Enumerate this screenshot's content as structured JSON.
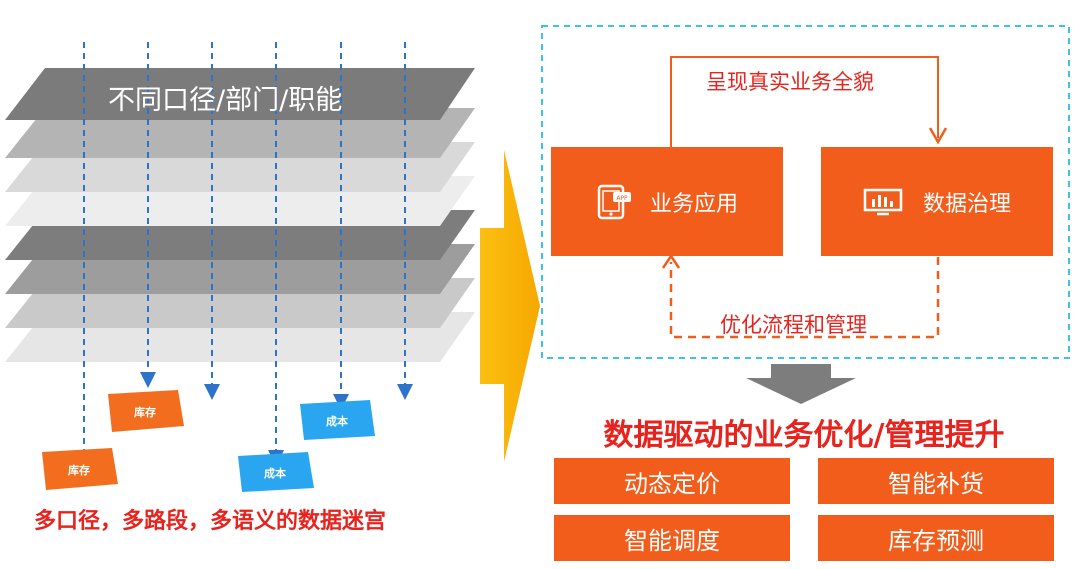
{
  "left_panel": {
    "top_layer_label": "不同口径/部门/职能",
    "tags": {
      "inventory_1": "库存",
      "inventory_2": "库存",
      "cost_1": "成本",
      "cost_2": "成本"
    },
    "caption": "多口径，多路段，多语义的数据迷宫"
  },
  "right_panel": {
    "top_flow_label": "呈现真实业务全貌",
    "bottom_flow_label": "优化流程和管理",
    "app_box_label": "业务应用",
    "app_icon_text": "APP",
    "gov_box_label": "数据治理",
    "headline": "数据驱动的业务优化/管理提升",
    "outcomes": [
      "动态定价",
      "智能补货",
      "智能调度",
      "库存预测"
    ]
  },
  "colors": {
    "orange": "#f25d1c",
    "red_text": "#e8231e",
    "arrow_yellow": "#f7b500",
    "dashed_border": "#3cc3e8",
    "tag_orange": "#f26d1d",
    "tag_blue": "#2aa6f0",
    "layer_dark": "#7b7b7b",
    "layer_light": "#dcdcdc",
    "down_arrow_gray": "#7d7d7d",
    "blue_arrow": "#2b74c9"
  }
}
